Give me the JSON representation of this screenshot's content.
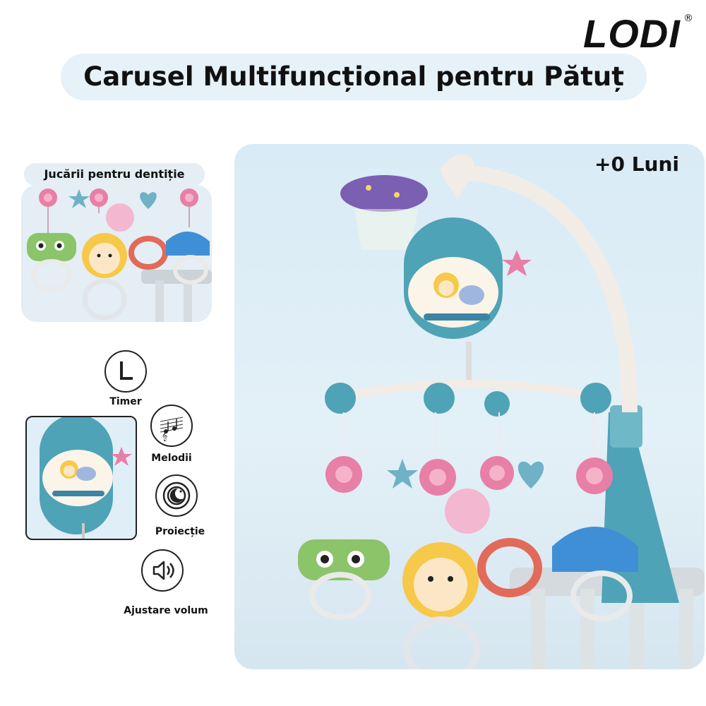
{
  "brand": {
    "logo_text": "LODI",
    "registered_mark": "®"
  },
  "title": "Carusel Multifuncțional pentru Pătuț",
  "age_label": "+0 Luni",
  "teething": {
    "label": "Jucării pentru dentiție"
  },
  "features": [
    {
      "label": "Timer",
      "icon": "timer-icon"
    },
    {
      "label": "Melodii",
      "icon": "music-notes-icon"
    },
    {
      "label": "Proiecție",
      "icon": "moon-projection-icon"
    },
    {
      "label": "Ajustare volum",
      "icon": "speaker-volume-icon"
    }
  ],
  "colors": {
    "teal": "#4fa3b6",
    "pink": "#e87fa6",
    "panel_blue": "#dcebf5",
    "title_pill": "#e6f1f8"
  }
}
